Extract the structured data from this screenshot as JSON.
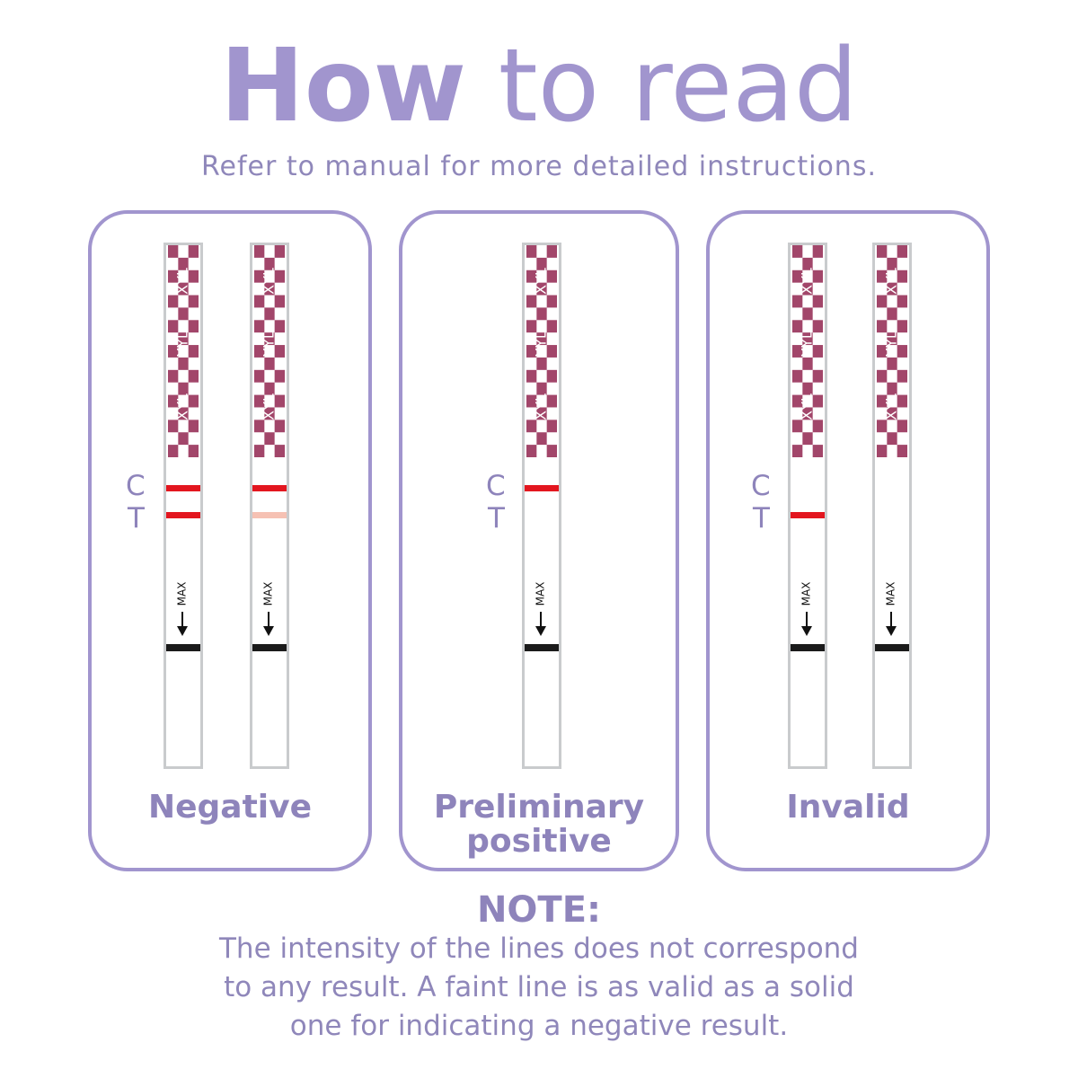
{
  "header": {
    "title_bold": "How",
    "title_light": "to read",
    "subtitle": "Refer to manual for more detailed instructions."
  },
  "colors": {
    "purple": "#a195ce",
    "text_purple": "#8e84bb",
    "control_line": "#e3161f",
    "faint_test_line": "#f6c1b3",
    "pattern": "#a2466a",
    "max_line": "#1b1b1b"
  },
  "strip": {
    "pattern_text": "XYL",
    "max_label": "MAX",
    "control_letter": "C",
    "test_letter": "T"
  },
  "panels": [
    {
      "label_lines": [
        "Negative"
      ],
      "strips": [
        {
          "control_line": "strong",
          "test_line": "strong"
        },
        {
          "control_line": "strong",
          "test_line": "faint"
        }
      ]
    },
    {
      "label_lines": [
        "Preliminary",
        "positive"
      ],
      "strips": [
        {
          "control_line": "strong",
          "test_line": "none"
        }
      ]
    },
    {
      "label_lines": [
        "Invalid"
      ],
      "strips": [
        {
          "control_line": "none",
          "test_line": "strong"
        },
        {
          "control_line": "none",
          "test_line": "none"
        }
      ]
    }
  ],
  "note": {
    "title": "NOTE:",
    "lines": [
      "The intensity of the lines does not correspond",
      "to any result. A faint line is as valid as a solid",
      "one for indicating a negative result."
    ]
  }
}
